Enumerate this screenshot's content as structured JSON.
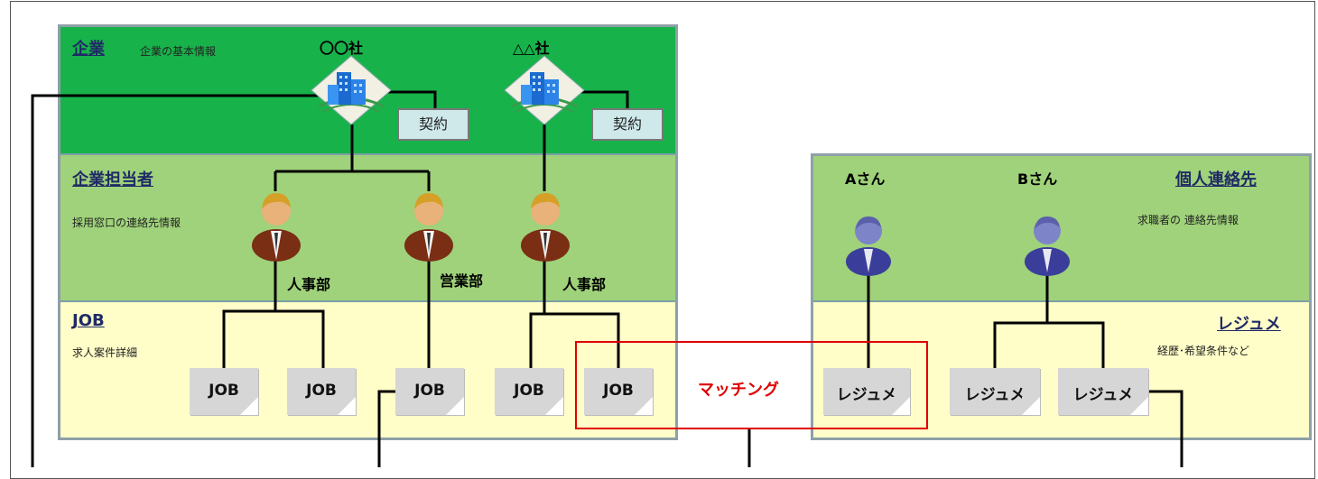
{
  "company": {
    "heading": "企業",
    "sub": "企業の基本情報",
    "names": [
      "〇〇社",
      "△△社"
    ],
    "contract_label": "契約"
  },
  "staff": {
    "heading": "企業担当者",
    "sub": "採用窓口の連絡先情報",
    "departments": [
      "人事部",
      "営業部",
      "人事部"
    ]
  },
  "job": {
    "heading": "JOB",
    "sub": "求人案件詳細",
    "items": [
      "JOB",
      "JOB",
      "JOB",
      "JOB",
      "JOB"
    ]
  },
  "contacts": {
    "heading": "個人連絡先",
    "sub": "求職者の 連絡先情報",
    "people": [
      "Aさん",
      "Bさん"
    ]
  },
  "resume": {
    "heading": "レジュメ",
    "sub": "経歴･希望条件など",
    "items": [
      "レジュメ",
      "レジュメ",
      "レジュメ"
    ]
  },
  "matching_label": "マッチング",
  "colors": {
    "company_band": "#18b24b",
    "staff_band": "#9fd27a",
    "job_band": "#fffdc8",
    "panel_border": "#8ea0a8",
    "match": "#e00000",
    "heading": "#1f2a66"
  }
}
